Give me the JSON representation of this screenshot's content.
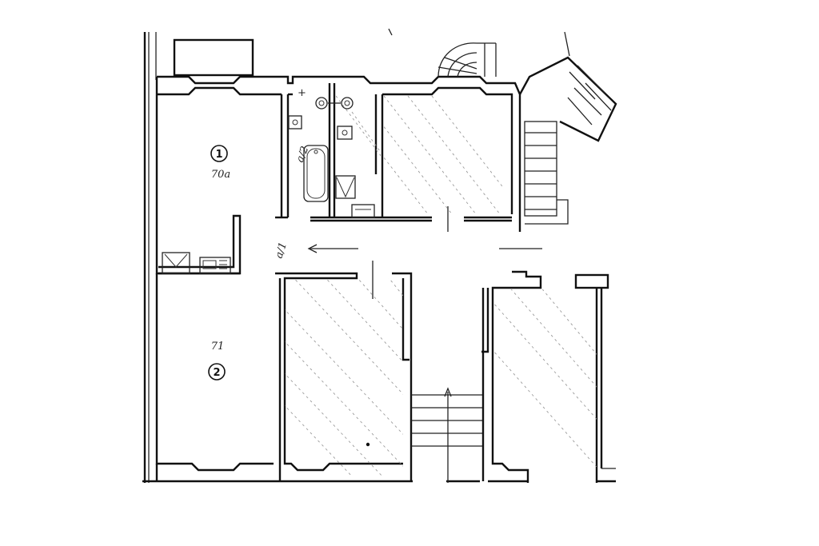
{
  "plan": {
    "rooms": [
      {
        "id": "room-1",
        "number": "1",
        "note": "70a"
      },
      {
        "id": "room-2",
        "number": "2",
        "note": "71"
      }
    ],
    "handwritten_notes": [
      "a/2",
      "a/1"
    ],
    "colors": {
      "ink": "#111111",
      "hatch": "#9a9a9a",
      "paper": "#ffffff"
    }
  }
}
